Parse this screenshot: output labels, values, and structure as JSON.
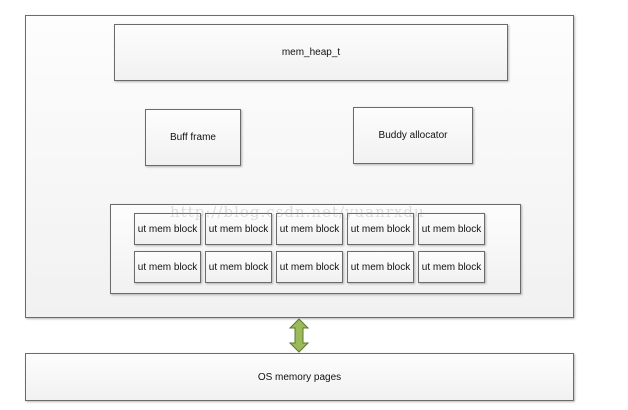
{
  "diagram": {
    "mem_heap_label": "mem_heap_t",
    "buff_frame_label": "Buff frame",
    "buddy_allocator_label": "Buddy allocator",
    "os_pages_label": "OS memory pages",
    "block_label": "ut mem block",
    "watermark": "http://blog.csdn.net/yuanrxdu",
    "block_rows": 2,
    "blocks_per_row": 5,
    "arrow_color": "#9bbb59",
    "arrow_stroke": "#5f7530",
    "box_border_color": "#6b6b6b"
  }
}
